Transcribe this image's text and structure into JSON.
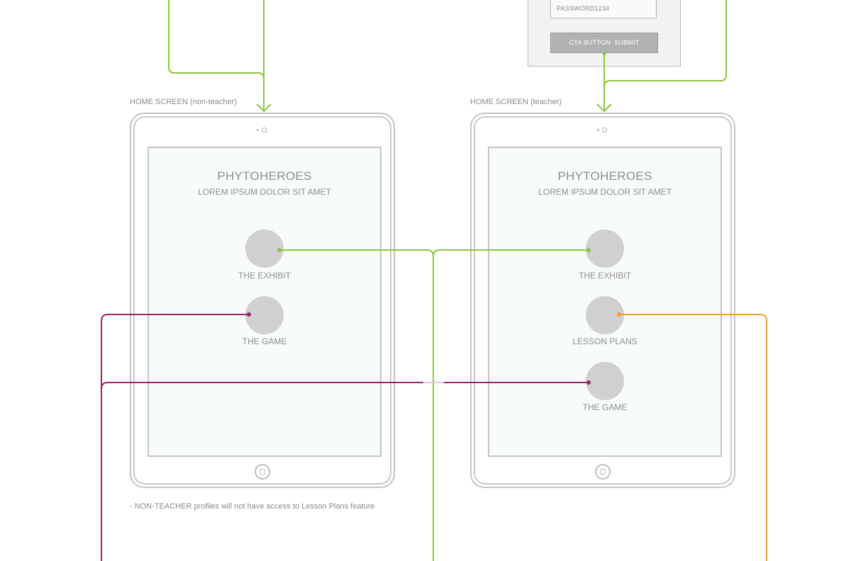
{
  "login": {
    "password_value": "PASSWORD1234",
    "submit_label": "CTA BUTTON: SUBMIT"
  },
  "screens": [
    {
      "caption": "HOME SCREEN (non-teacher)",
      "title": "PHYTOHEROES",
      "subtitle": "LOREM IPSUM DOLOR SIT AMET",
      "items": [
        "THE EXHIBIT",
        "THE GAME"
      ]
    },
    {
      "caption": "HOME SCREEN (teacher)",
      "title": "PHYTOHEROES",
      "subtitle": "LOREM IPSUM DOLOR SIT AMET",
      "items": [
        "THE EXHIBIT",
        "LESSON PLANS",
        "THE GAME"
      ]
    }
  ],
  "footnote": "- NON-TEACHER profiles will not have access to Lesson Plans feature",
  "colors": {
    "flow_green": "#8cc63f",
    "flow_purple": "#9b2363",
    "flow_orange": "#f0a030",
    "frame_gray": "#c4c4c4",
    "circle_gray": "#d0d0d2"
  }
}
